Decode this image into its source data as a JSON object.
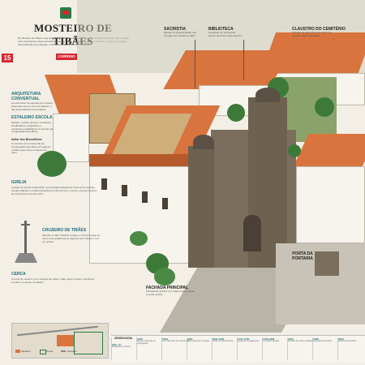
{
  "header": {
    "page_number": "15",
    "title": "MOSTEIRO DE TIBÃES",
    "brand": "CORREIO",
    "intro": "Do Mosteiro de Tibães, hoje classificado Monumento Nacional, resta o conjunto monástico de uma das mais importantes casas beneditinas. Destacam-se a igreja, o claustro, o cruzeiro, a cerca e as várias dependências que integram o Mosteiro de São Martinho de Tibães."
  },
  "sections": {
    "arquitetura": {
      "heading": "ARQUITETURA CONVENTUAL",
      "text": "As estruturas conventuais do mosteiro dispunham-se em torno do claustro e das dependências comunitárias."
    },
    "estaleiro": {
      "heading": "ESTALEIRO ESCOLA",
      "text": "Mestres, artistas pintores, escultores, entalhadores, imaginários e carpinteiros trabalharam ao serviço da congregação beneditina."
    },
    "sub_label": "Imitar dos Beneditinos",
    "sub_text": "O mosteiro era a casa-mãe da congregação beneditina portuguesa, modelo para outros mosteiros do reino.",
    "igreja": {
      "heading": "IGREJA",
      "text": "A igreja, de planta longitudinal, com fachada ladeada por duas torres sineiras, integra retábulos em talha dourada de estilo barroco e rococó, obra de mestres de referência do século XVIII."
    },
    "cruzeiro": {
      "heading": "CRUZEIRO DE TIBÃES",
      "text": "Situado no adro fronteiro à igreja, o cruzeiro ergue-se sobre uma plataforma de degraus com coluna e cruz em granito."
    },
    "cerca": {
      "heading": "CERCA",
      "text": "A cerca do mosteiro, com campos de cultivo, mata, lagos, fontes e caminhos, envolve o conjunto monástico."
    },
    "sacristia": {
      "heading": "SACRISTIA",
      "text": "Espaço de paramentação dos monges com arcazes e talha."
    },
    "biblioteca": {
      "heading": "BIBLIOTECA",
      "text": "Guardava um importante acervo de livros e documentos."
    },
    "claustro": {
      "heading": "CLAUSTRO DO CEMITÉRIO",
      "text": "Claustro de dois pisos que serviu de cemitério da comunidade."
    },
    "fachada": {
      "heading": "FACHADA PRINCIPAL",
      "text": "Fachada de granito com duas torres sineiras e portal central."
    },
    "portaria": {
      "heading": "PORTA DA PORTARIA",
      "text": ""
    }
  },
  "map": {
    "legend": [
      "Mosteiro",
      "Cerca",
      "Acessos"
    ]
  },
  "timeline": {
    "heading": "CRONOLOGIA",
    "items": [
      {
        "year": "SÉC. XI",
        "text": "Fundação do mosteiro."
      },
      {
        "year": "1569",
        "text": "Passa a casa-mãe da congregação."
      },
      {
        "year": "1628",
        "text": "Início das obras de reconstrução."
      },
      {
        "year": "1661",
        "text": "Construção da nova igreja."
      },
      {
        "year": "1692-1692",
        "text": "Obras nas dependências."
      },
      {
        "year": "1757-1760",
        "text": "Retábulos da capela-mor."
      },
      {
        "year": "1768-1808",
        "text": "Conclusão da talha."
      },
      {
        "year": "1834",
        "text": "Extinção das ordens religiosas."
      },
      {
        "year": "1986",
        "text": "Aquisição pelo Estado."
      },
      {
        "year": "2009",
        "text": "Reabertura ao público."
      }
    ]
  }
}
